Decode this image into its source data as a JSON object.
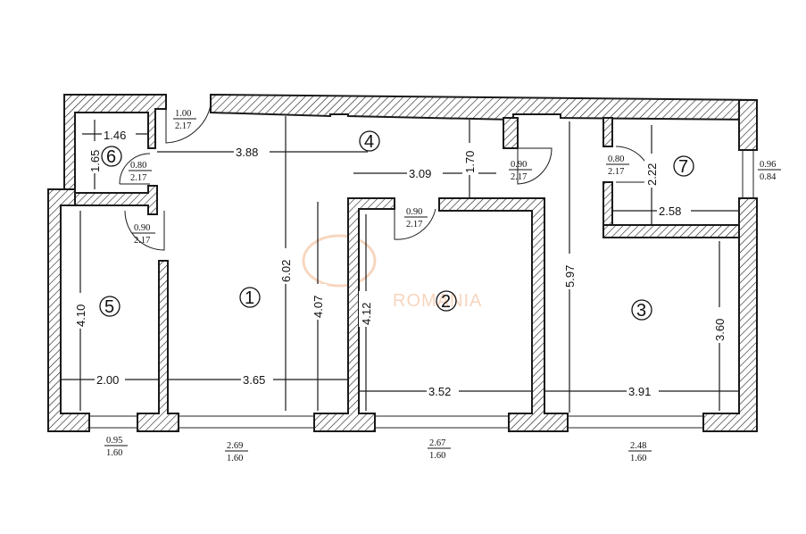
{
  "colors": {
    "wall": "#1a1a1a",
    "watermark": "#f2b48a"
  },
  "watermark": {
    "text": "ROMANIA"
  },
  "rooms": {
    "r1": "1",
    "r2": "2",
    "r3": "3",
    "r4": "4",
    "r5": "5",
    "r6": "6",
    "r7": "7"
  },
  "dimensions": {
    "d146": "1.46",
    "d165": "1.65",
    "d388": "3.88",
    "d309": "3.09",
    "d170": "1.70",
    "d602": "6.02",
    "d222": "2.22",
    "d258": "2.58",
    "d597": "5.97",
    "d410": "4.10",
    "d407": "4.07",
    "d412": "4.12",
    "d360": "3.60",
    "d200": "2.00",
    "d365": "3.65",
    "d352": "3.52",
    "d391": "3.91"
  },
  "openings": {
    "o1": {
      "w": "1.00",
      "h": "2.17"
    },
    "o2": {
      "w": "0.80",
      "h": "2.17"
    },
    "o3": {
      "w": "0.90",
      "h": "2.17"
    },
    "o4": {
      "w": "0.90",
      "h": "2.17"
    },
    "o5": {
      "w": "0.90",
      "h": "2.17"
    },
    "o6": {
      "w": "0.80",
      "h": "2.17"
    },
    "o7": {
      "w": "0.96",
      "h": "0.84"
    },
    "w1": {
      "w": "0.95",
      "h": "1.60"
    },
    "w2": {
      "w": "2.69",
      "h": "1.60"
    },
    "w3": {
      "w": "2.67",
      "h": "1.60"
    },
    "w4": {
      "w": "2.48",
      "h": "1.60"
    }
  }
}
